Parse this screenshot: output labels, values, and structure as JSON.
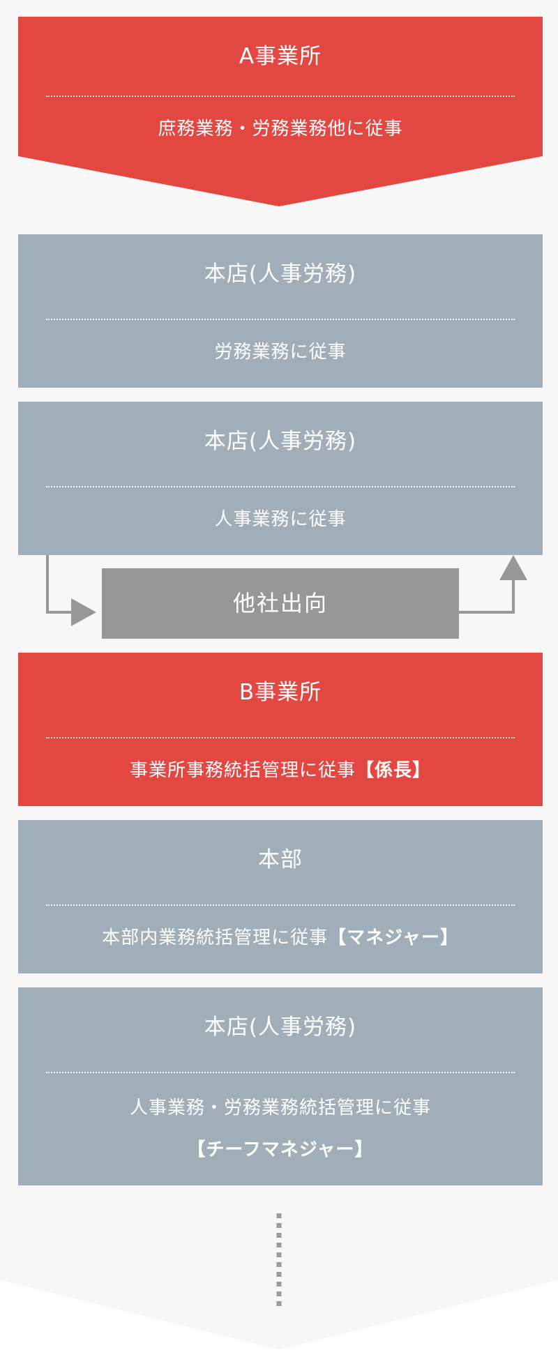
{
  "colors": {
    "background": "#f7f7f7",
    "red": "#e24742",
    "gray": "#a0aeba",
    "detour": "#979797",
    "arrow": "#979797"
  },
  "steps": [
    {
      "title": "A事業所",
      "desc": "庶務業務・労務業務他に従事",
      "role": "",
      "color": "red"
    },
    {
      "title": "本店(人事労務)",
      "desc": "労務業務に従事",
      "role": "",
      "color": "gray"
    },
    {
      "title": "本店(人事労務)",
      "desc": "人事業務に従事",
      "role": "",
      "color": "gray"
    },
    {
      "title": "B事業所",
      "desc": "事業所事務統括管理に従事",
      "role": "【係長】",
      "color": "red"
    },
    {
      "title": "本部",
      "desc": "本部内業務統括管理に従事",
      "role": "【マネジャー】",
      "color": "gray"
    },
    {
      "title": "本店(人事労務)",
      "desc": "人事業務・労務業務統括管理に従事",
      "role": "【チーフマネジャー】",
      "color": "gray"
    }
  ],
  "detour": {
    "label": "他社出向"
  }
}
